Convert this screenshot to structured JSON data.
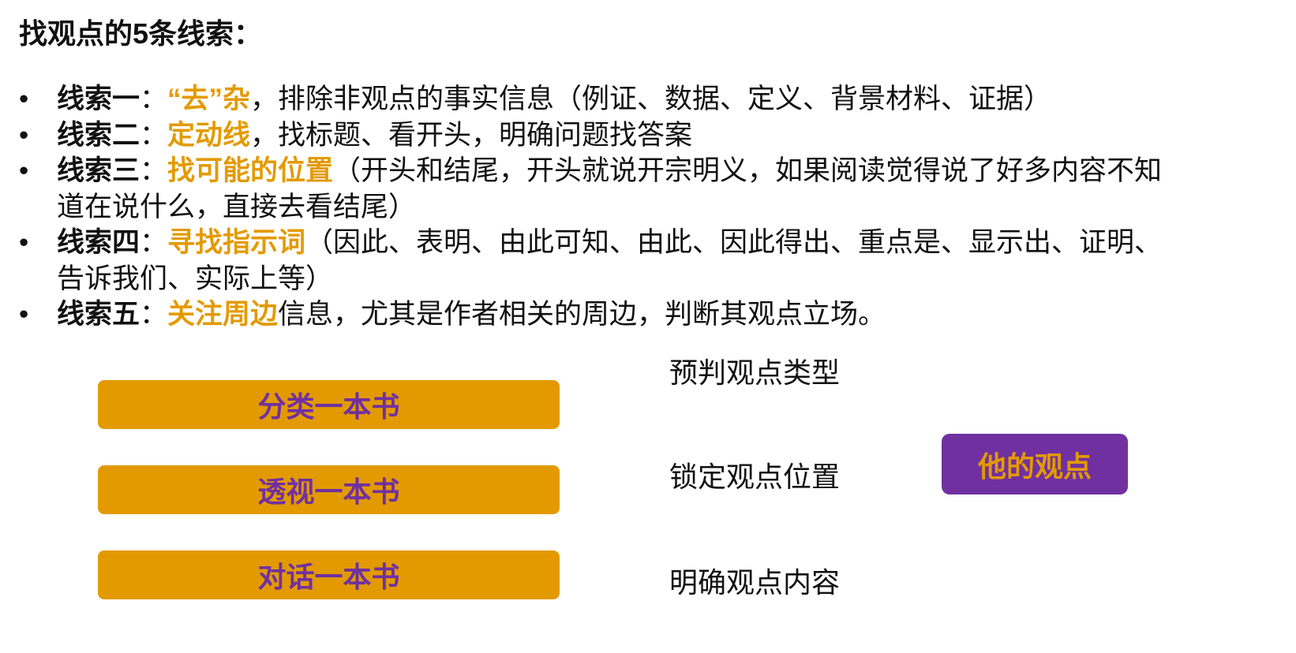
{
  "title": "找观点的5条线索：",
  "bullet_glyph": "•",
  "clues": [
    {
      "label": "线索一",
      "sep": "：",
      "highlight": "“去”杂",
      "rest": "，排除非观点的事实信息（例证、数据、定义、背景材料、证据）",
      "cont": ""
    },
    {
      "label": "线索二",
      "sep": "：",
      "highlight": "定动线",
      "rest": "，找标题、看开头，明确问题找答案",
      "cont": ""
    },
    {
      "label": "线索三",
      "sep": "：",
      "highlight": "找可能的位置",
      "rest": "（开头和结尾，开头就说开宗明义，如果阅读觉得说了好多内容不知",
      "cont": "道在说什么，直接去看结尾）"
    },
    {
      "label": "线索四",
      "sep": "：",
      "highlight": "寻找指示词",
      "rest": "（因此、表明、由此可知、由此、因此得出、重点是、显示出、证明、",
      "cont": "告诉我们、实际上等）"
    },
    {
      "label": "线索五",
      "sep": "：",
      "highlight": "关注周边",
      "rest": "信息，尤其是作者相关的周边，判断其观点立场。",
      "cont": ""
    }
  ],
  "buttons": [
    "分类一本书",
    "透视一本书",
    "对话一本书"
  ],
  "steps": [
    "预判观点类型",
    "锁定观点位置",
    "明确观点内容"
  ],
  "his_view": "他的观点",
  "colors": {
    "orange": "#E39A00",
    "purple": "#7030A0"
  }
}
